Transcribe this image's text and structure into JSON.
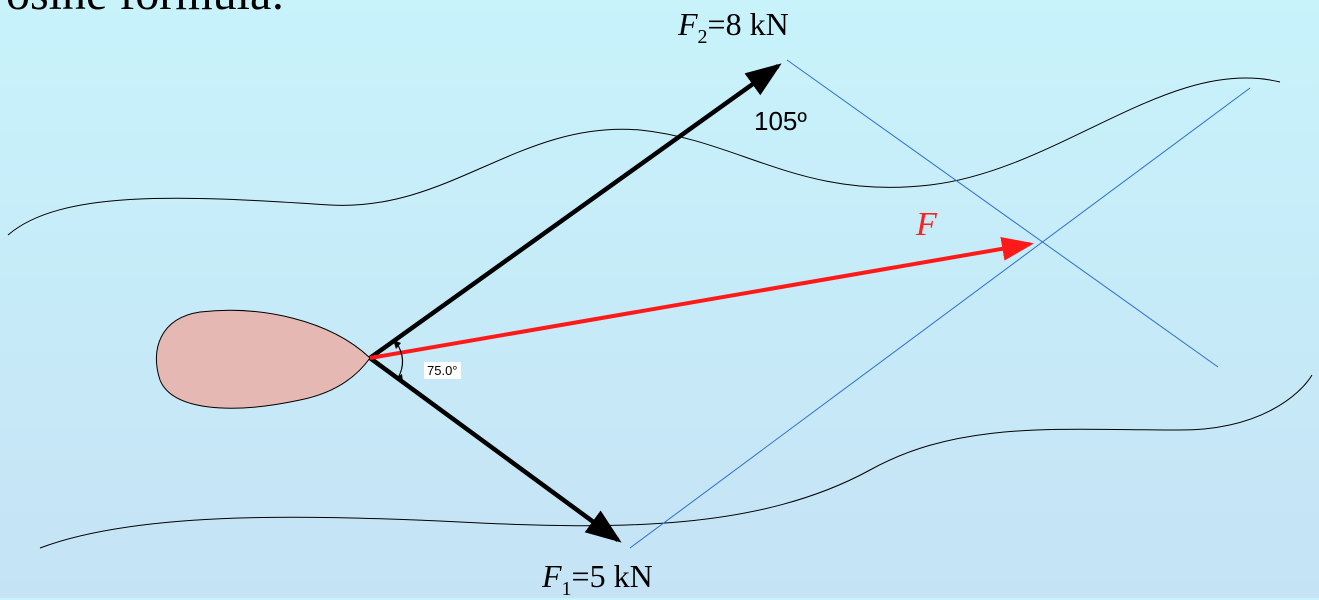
{
  "top_text": "osine formula:",
  "forces": {
    "f2": {
      "symbol": "F",
      "subscript": "2",
      "value": "=8 kN"
    },
    "f1": {
      "symbol": "F",
      "subscript": "1",
      "value": "=5 kN"
    },
    "resultant": {
      "symbol": "F"
    }
  },
  "angles": {
    "obtuse": "105º",
    "between": "75.0°"
  },
  "colors": {
    "resultant": "#ff1a1a",
    "construction": "#2f6fd0",
    "body": "#e5b8b4",
    "force_arrows": "#000000"
  }
}
